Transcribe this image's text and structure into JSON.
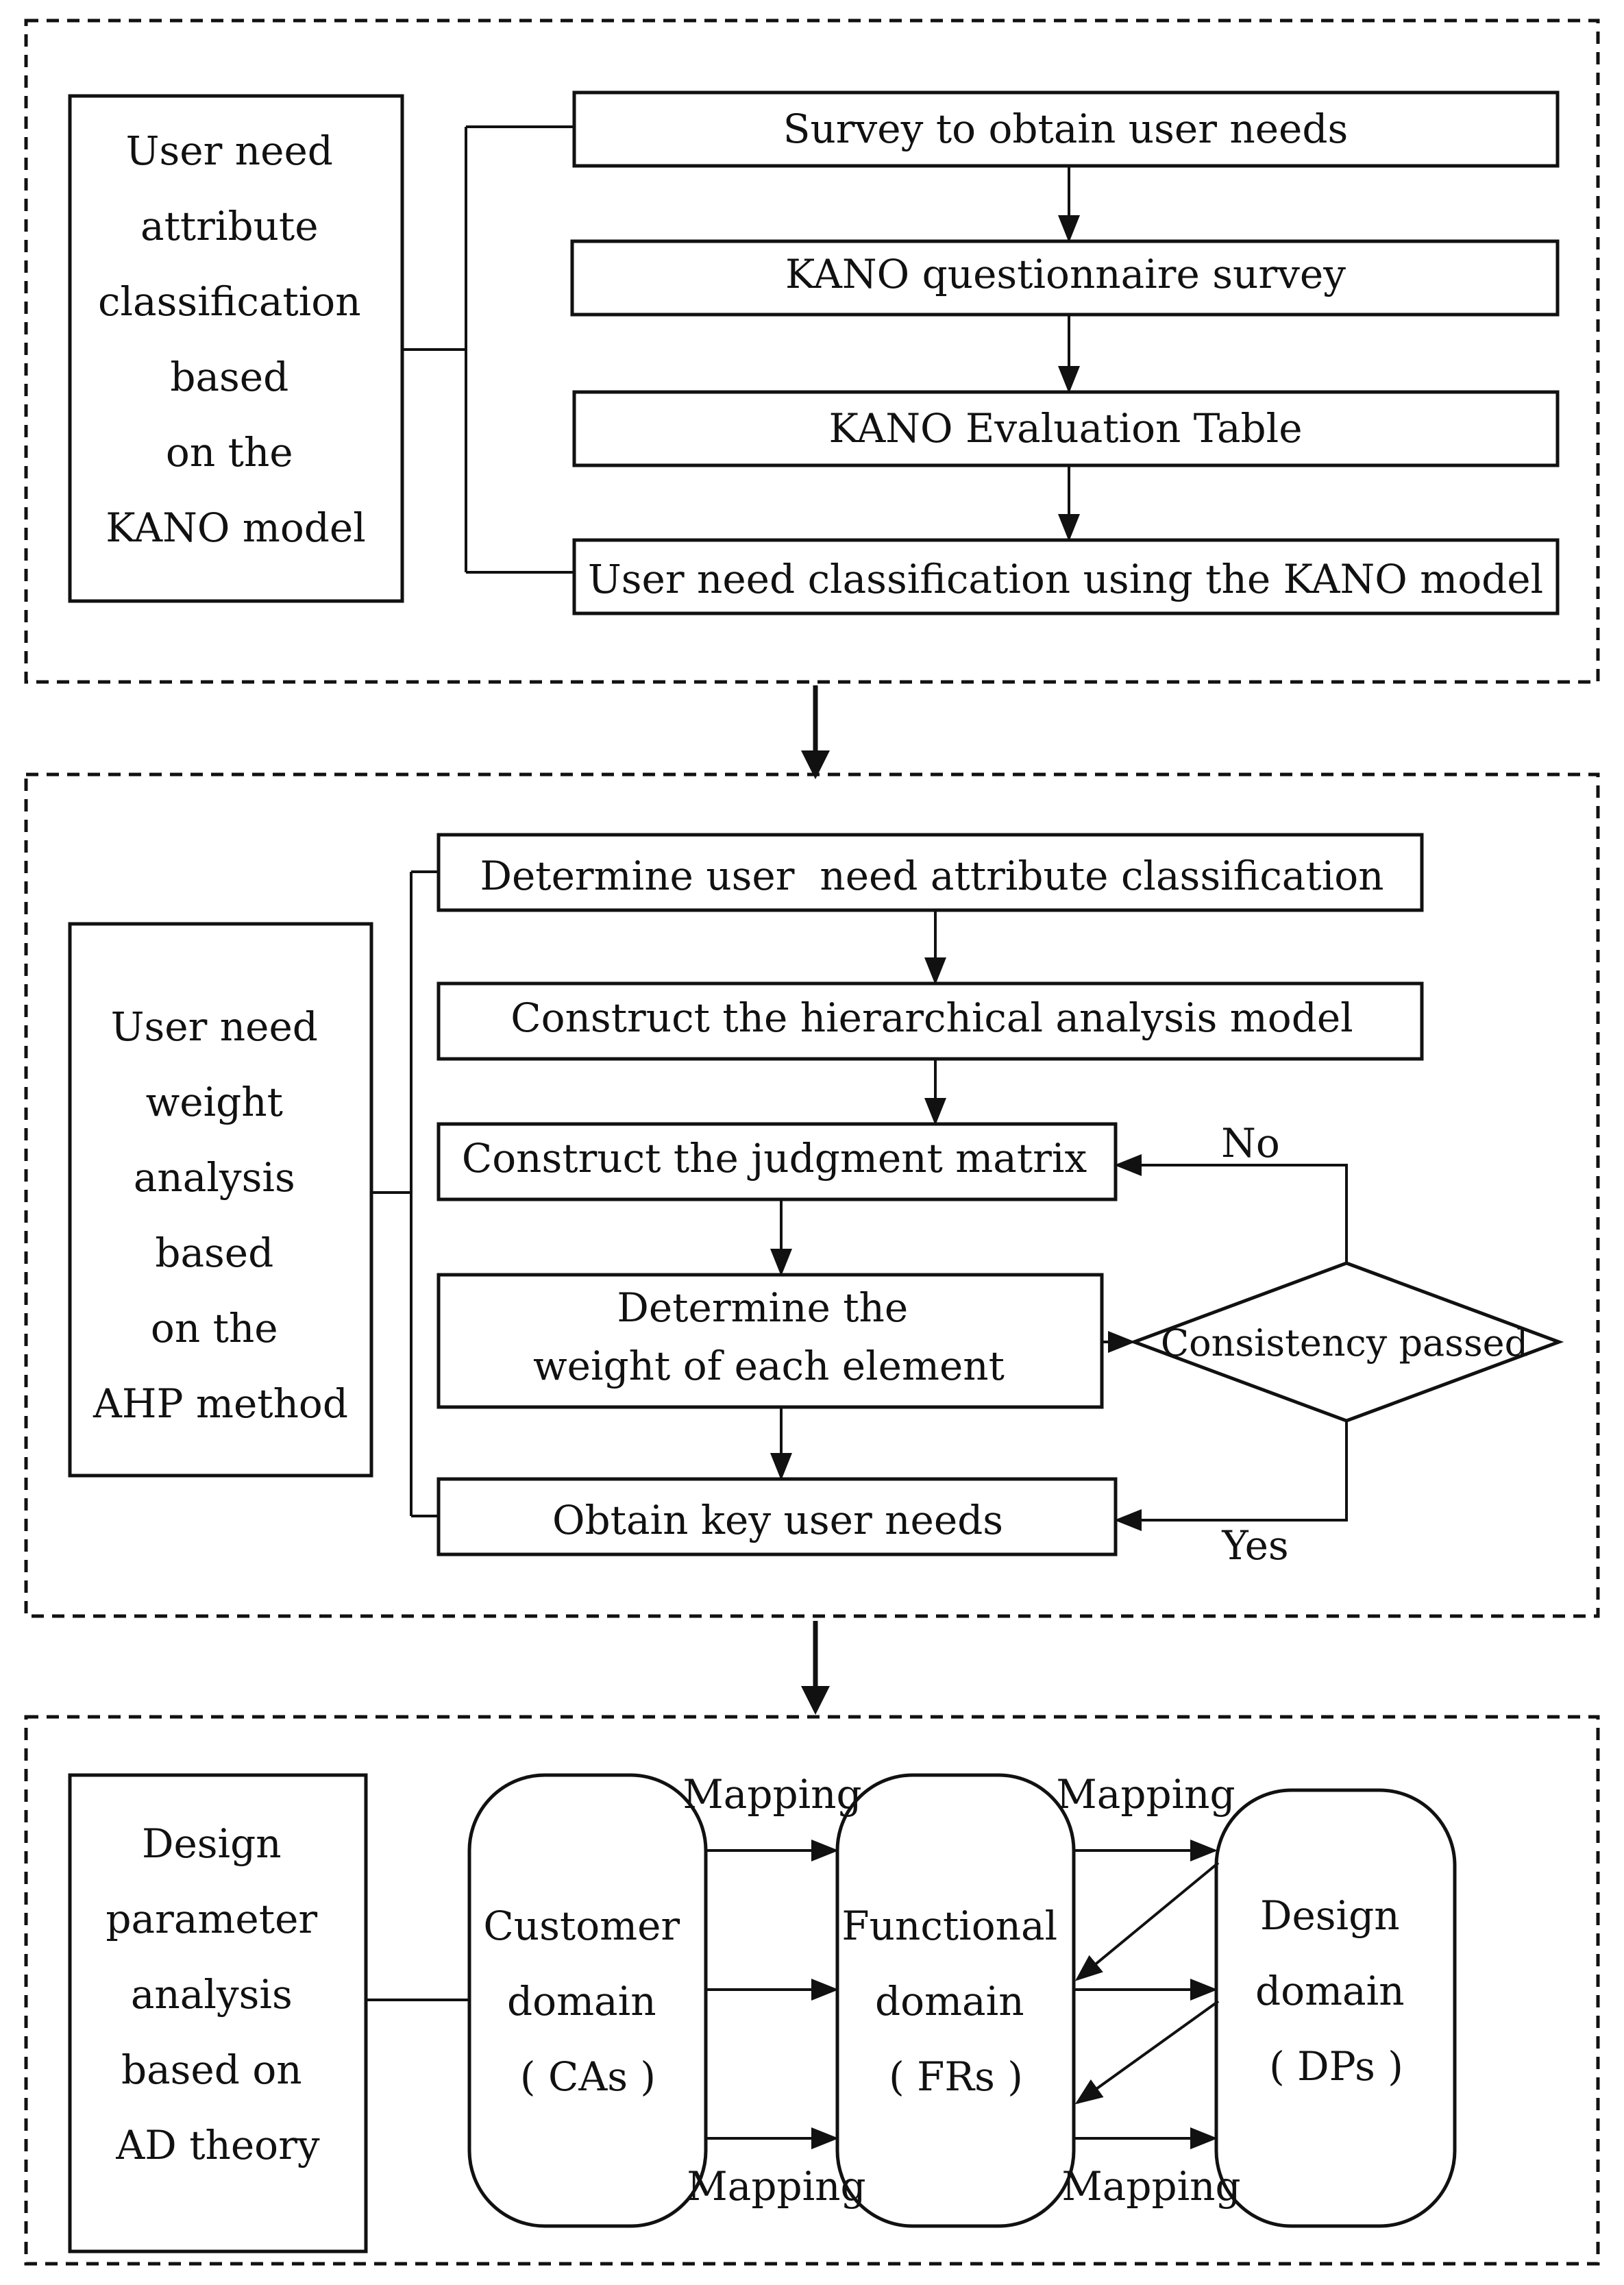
{
  "section1": {
    "label_lines": [
      "User need",
      "attribute",
      "classification",
      "based",
      "on the",
      "KANO model"
    ],
    "steps": [
      "Survey to obtain user needs",
      "KANO questionnaire survey",
      "KANO Evaluation Table",
      "User need classification using the KANO model"
    ]
  },
  "section2": {
    "label_lines": [
      "User need",
      "weight",
      "analysis",
      "based",
      "on the",
      "AHP method"
    ],
    "steps": [
      "Determine user  need attribute classification",
      "Construct the hierarchical analysis model",
      "Construct the judgment matrix"
    ],
    "weight_lines": [
      "Determine the",
      "weight of each element"
    ],
    "final_step": "Obtain key user needs",
    "decision": "Consistency passed",
    "no_label": "No",
    "yes_label": "Yes"
  },
  "section3": {
    "label_lines": [
      "Design",
      "parameter",
      "analysis",
      "based on",
      "AD theory"
    ],
    "domains": [
      {
        "lines": [
          "Customer",
          "domain",
          "( CAs )"
        ]
      },
      {
        "lines": [
          "Functional",
          "domain",
          "( FRs )"
        ]
      },
      {
        "lines": [
          "Design",
          "domain",
          "( DPs )"
        ]
      }
    ],
    "mapping_label": "Mapping"
  }
}
